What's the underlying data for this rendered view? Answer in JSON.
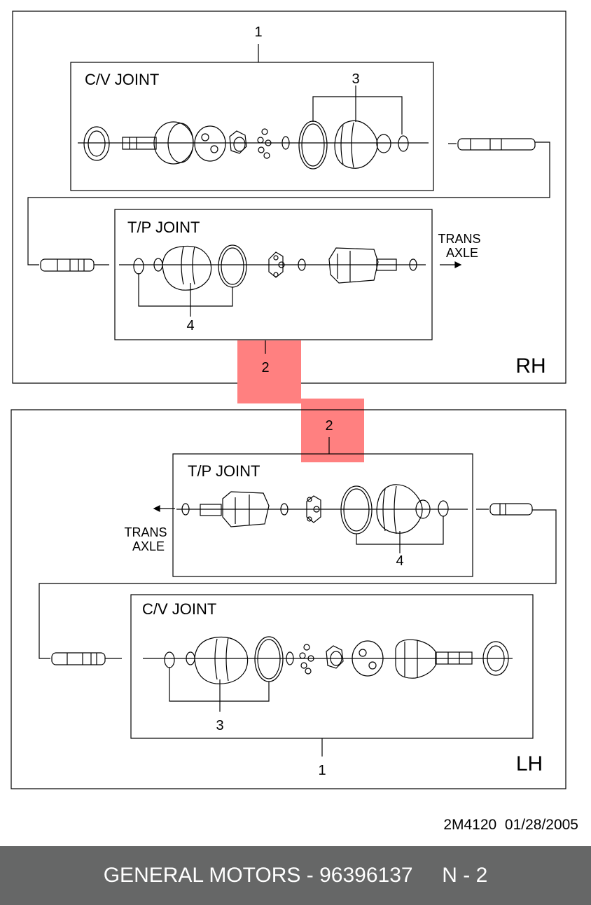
{
  "rh": {
    "side_label": "RH",
    "cv_title": "C/V JOINT",
    "tp_title": "T/P JOINT",
    "ref_1": "1",
    "ref_2": "2",
    "ref_3": "3",
    "ref_4": "4",
    "trans_line1": "TRANS",
    "trans_line2": "AXLE"
  },
  "lh": {
    "side_label": "LH",
    "cv_title": "C/V JOINT",
    "tp_title": "T/P JOINT",
    "ref_1": "1",
    "ref_2": "2",
    "ref_3": "3",
    "ref_4": "4",
    "trans_line1": "TRANS",
    "trans_line2": "AXLE"
  },
  "drawing_code": "2M4120  01/28/2005",
  "footer": {
    "brand": "GENERAL MOTORS - 96396137",
    "page": "N - 2"
  },
  "colors": {
    "highlight": "#ff8080",
    "footer_bg": "#666767"
  }
}
